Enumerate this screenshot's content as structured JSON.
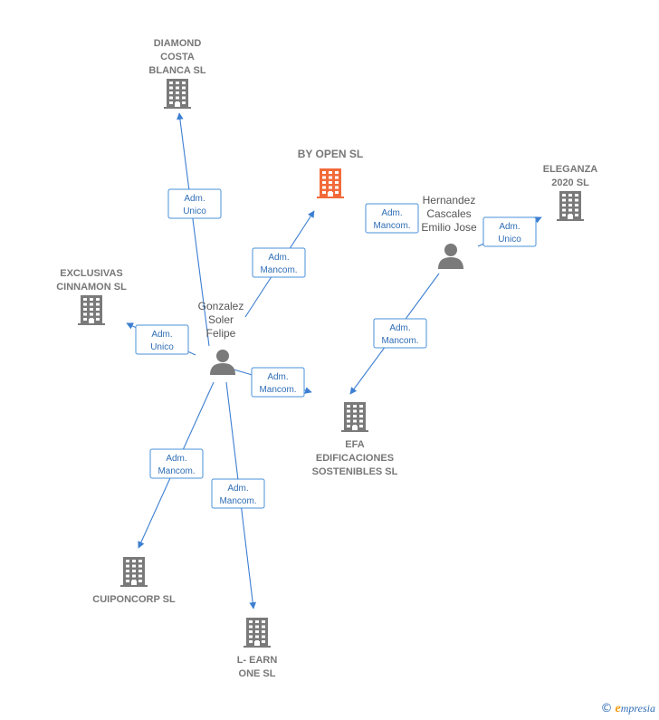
{
  "colors": {
    "company": "#7a7a7a",
    "company_highlight": "#f26a3a",
    "person": "#7a7a7a",
    "edge": "#3d7fd1",
    "edge_label": "#2f6db5"
  },
  "companies": [
    {
      "id": "diamond",
      "lines": [
        "DIAMOND",
        "COSTA",
        "BLANCA  SL"
      ],
      "highlight": false
    },
    {
      "id": "byopen",
      "lines": [
        "BY OPEN  SL"
      ],
      "highlight": true
    },
    {
      "id": "eleganza",
      "lines": [
        "ELEGANZA",
        "2020  SL"
      ],
      "highlight": false
    },
    {
      "id": "exclusivas",
      "lines": [
        "EXCLUSIVAS",
        "CINNAMON  SL"
      ],
      "highlight": false
    },
    {
      "id": "efa",
      "lines": [
        "EFA",
        "EDIFICACIONES",
        "SOSTENIBLES SL"
      ],
      "highlight": false
    },
    {
      "id": "cuipon",
      "lines": [
        "CUIPONCORP SL"
      ],
      "highlight": false
    },
    {
      "id": "learn",
      "lines": [
        "L- EARN",
        "ONE  SL"
      ],
      "highlight": false
    }
  ],
  "persons": [
    {
      "id": "gonzalez",
      "lines": [
        "Gonzalez",
        "Soler",
        "Felipe"
      ]
    },
    {
      "id": "hernandez",
      "lines": [
        "Hernandez",
        "Cascales",
        "Emilio Jose"
      ]
    }
  ],
  "edges": [
    {
      "id": "e1",
      "lines": [
        "Adm.",
        "Unico"
      ]
    },
    {
      "id": "e2",
      "lines": [
        "Adm.",
        "Mancom."
      ]
    },
    {
      "id": "e3",
      "lines": [
        "Adm.",
        "Unico"
      ]
    },
    {
      "id": "e4",
      "lines": [
        "Adm.",
        "Mancom."
      ]
    },
    {
      "id": "e5",
      "lines": [
        "Adm.",
        "Mancom."
      ]
    },
    {
      "id": "e6",
      "lines": [
        "Adm.",
        "Mancom."
      ]
    },
    {
      "id": "e7",
      "lines": [
        "Adm.",
        "Mancom."
      ]
    },
    {
      "id": "e8",
      "lines": [
        "Adm.",
        "Unico"
      ]
    },
    {
      "id": "e9",
      "lines": [
        "Adm.",
        "Mancom."
      ]
    }
  ],
  "footer": {
    "copyright": "©",
    "brand_initial": "e",
    "brand_rest": "mpresia"
  }
}
